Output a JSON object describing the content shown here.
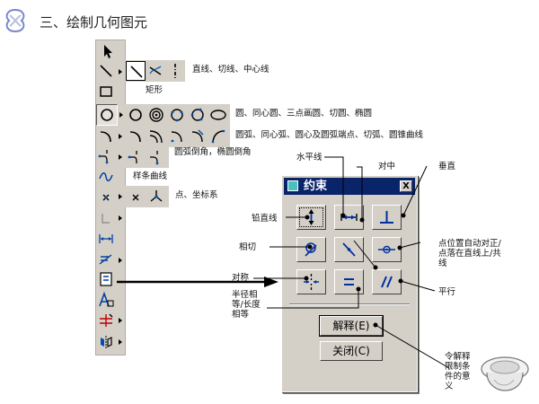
{
  "title": "三、绘制几何图元",
  "labels": {
    "line": "直线、切线、中心线",
    "rect": "矩形",
    "circle": "圆、同心圆、三点画圆、切圆、椭圆",
    "arc": "圆弧、同心弧、圆心及圆弧端点、切弧、圆锥曲线",
    "fillet": "圆弧倒角，椭圆倒角",
    "spline": "样条曲线",
    "point": "点、坐标系"
  },
  "dialog": {
    "title": "约束",
    "close": "X",
    "explain_button": "解释(E)",
    "close_button": "关闭(C)"
  },
  "callouts": {
    "horizontal": "水平线",
    "center": "对中",
    "perpendicular": "垂直",
    "vertical": "铅直线",
    "tangent": "相切",
    "point_on": "点位置自动对正/\n点落在直线上/共\n线",
    "symmetric": "对称",
    "parallel": "平行",
    "equal": "半径相\n等/长度\n相等",
    "explain": "令解释\n限制条\n件的意\n义"
  }
}
